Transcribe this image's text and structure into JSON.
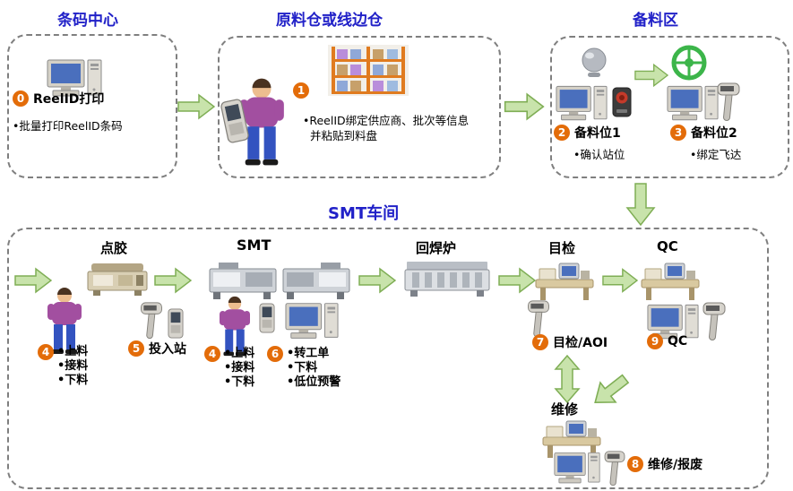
{
  "titles": {
    "barcode_center": "条码中心",
    "warehouse": "原料仓或线边仓",
    "prep_area": "备料区",
    "smt_workshop": "SMT车间"
  },
  "barcode_center": {
    "num": "0",
    "label": "ReelID打印",
    "bullet": "•批量打印ReelID条码"
  },
  "warehouse": {
    "num": "1",
    "line1": "•ReelID绑定供应商、批次等信息",
    "line2": "并粘贴到料盘"
  },
  "prep_area": {
    "station1_num": "2",
    "station1_label": "备料位1",
    "station1_bullet": "•确认站位",
    "station2_num": "3",
    "station2_label": "备料位2",
    "station2_bullet": "•绑定飞达"
  },
  "smt": {
    "dispense_label": "点胶",
    "load1_num": "4",
    "load1_b1": "•上料",
    "load1_b2": "•接料",
    "load1_b3": "•下料",
    "input_num": "5",
    "input_label": "投入站",
    "smt_label": "SMT",
    "load2_num": "4",
    "load2_b1": "•上料",
    "load2_b2": "•接料",
    "load2_b3": "•下料",
    "monitor_num": "6",
    "monitor_b1": "•转工单",
    "monitor_b2": "•下料",
    "monitor_b3": "•低位预警",
    "reflow_label": "回焊炉",
    "inspect_label": "目检",
    "inspect_num": "7",
    "inspect_step_label": "目检/AOI",
    "qc_label": "QC",
    "qc_num": "9",
    "qc_step_label": "QC",
    "repair_label": "维修",
    "repair_num": "8",
    "repair_step_label": "维修/报废"
  }
}
